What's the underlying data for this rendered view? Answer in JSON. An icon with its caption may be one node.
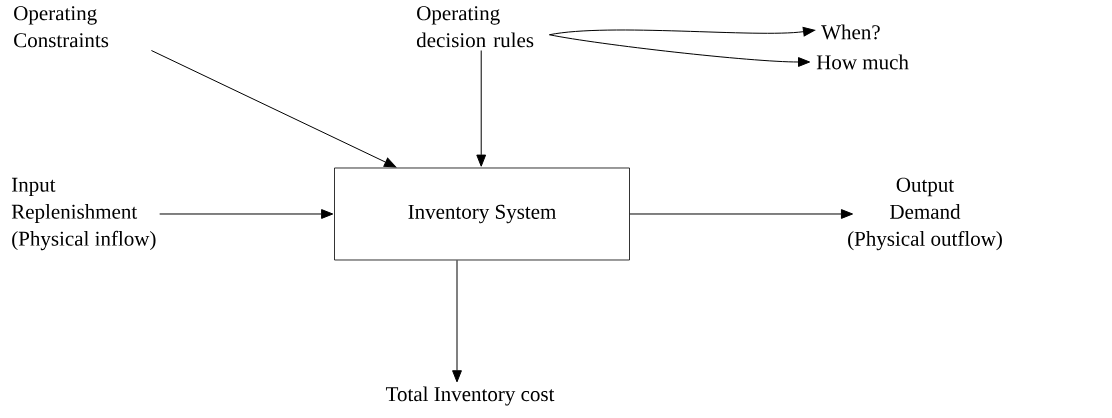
{
  "diagram": {
    "nodes": [
      {
        "text": [
          "Operating Constraints"
        ]
      },
      {
        "text": [
          "Operating decision rules"
        ]
      },
      {
        "text": [
          "When?"
        ]
      },
      {
        "text": [
          "How much"
        ]
      },
      {
        "text": [
          "Input",
          "Replenishment",
          "(Physical inflow)"
        ]
      },
      {
        "text": [
          "Inventory System"
        ]
      },
      {
        "text": [
          "Output",
          "Demand",
          "(Physical outflow)"
        ]
      },
      {
        "text": [
          "Total Inventory cost"
        ]
      }
    ],
    "edges": [
      {
        "from": 0,
        "to": 5,
        "arrow": "to"
      },
      {
        "from": 1,
        "to": 5,
        "arrow": "to"
      },
      {
        "from": 1,
        "to": 2,
        "arrow": "to"
      },
      {
        "from": 1,
        "to": 3,
        "arrow": "to"
      },
      {
        "from": 4,
        "to": 5,
        "arrow": "to"
      },
      {
        "from": 5,
        "to": 6,
        "arrow": "to"
      },
      {
        "from": 5,
        "to": 7,
        "arrow": "to"
      }
    ]
  }
}
